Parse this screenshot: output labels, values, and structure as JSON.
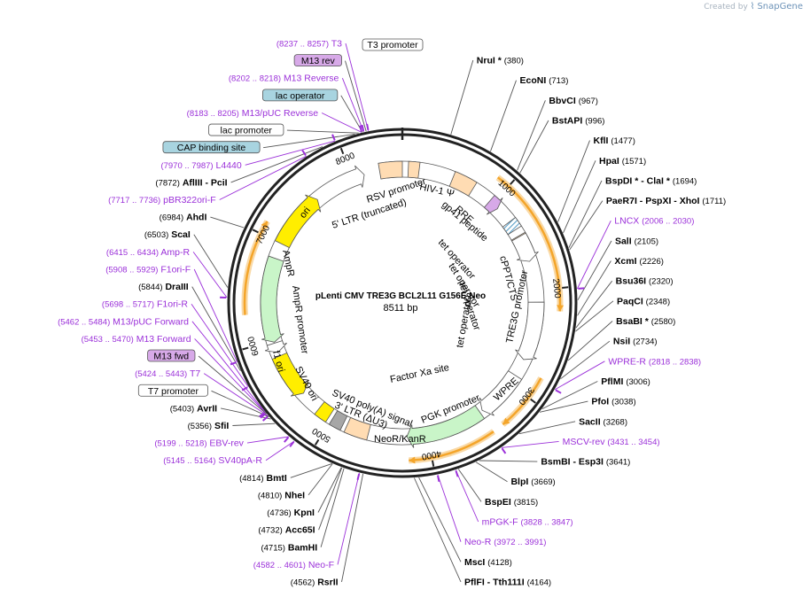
{
  "branding": {
    "created_by": "Created by",
    "app_name": "SnapGene"
  },
  "plasmid": {
    "name": "pLenti CMV TRE3G BCL2L11 G156E Neo",
    "length": "8511 bp",
    "total_bp": 8511
  },
  "colors": {
    "enzyme_line": "#555555",
    "primer_purple": "#9b30d9",
    "orange_arrow": "#f4a52a",
    "orange_glow": "#f9d9a6",
    "feature_yellow": "#ffee00",
    "feature_green": "#c9f5c8",
    "feature_peach": "#ffdcb3",
    "feature_grey": "#a6a6a6",
    "feature_blue_hatch": "#5aa0c8",
    "box_blue": "#a8d4e0",
    "box_purple": "#d7a9e8"
  },
  "ticks": [
    {
      "label": "1000",
      "pos": 1000
    },
    {
      "label": "2000",
      "pos": 2000
    },
    {
      "label": "3000",
      "pos": 3000
    },
    {
      "label": "4000",
      "pos": 4000
    },
    {
      "label": "5000",
      "pos": 5000
    },
    {
      "label": "6000",
      "pos": 6000
    },
    {
      "label": "7000",
      "pos": 7000
    },
    {
      "label": "8000",
      "pos": 8000
    }
  ],
  "right_labels": [
    {
      "name": "NruI *",
      "pos": "(380)",
      "p": 380,
      "type": "enzyme"
    },
    {
      "name": "EcoNI",
      "pos": "(713)",
      "p": 713,
      "type": "enzyme"
    },
    {
      "name": "BbvCI",
      "pos": "(967)",
      "p": 967,
      "type": "enzyme"
    },
    {
      "name": "BstAPI",
      "pos": "(996)",
      "p": 996,
      "type": "enzyme"
    },
    {
      "name": "KflI",
      "pos": "(1477)",
      "p": 1477,
      "type": "enzyme"
    },
    {
      "name": "HpaI",
      "pos": "(1571)",
      "p": 1571,
      "type": "enzyme"
    },
    {
      "name": "BspDI * - ClaI *",
      "pos": "(1694)",
      "p": 1694,
      "type": "enzyme"
    },
    {
      "name": "PaeR7I - PspXI - XhoI",
      "pos": "(1711)",
      "p": 1711,
      "type": "enzyme"
    },
    {
      "name": "LNCX",
      "pos": "(2006 .. 2030)",
      "p": 2018,
      "type": "primer"
    },
    {
      "name": "SalI",
      "pos": "(2105)",
      "p": 2105,
      "type": "enzyme"
    },
    {
      "name": "XcmI",
      "pos": "(2226)",
      "p": 2226,
      "type": "enzyme"
    },
    {
      "name": "Bsu36I",
      "pos": "(2320)",
      "p": 2320,
      "type": "enzyme"
    },
    {
      "name": "PaqCI",
      "pos": "(2348)",
      "p": 2348,
      "type": "enzyme"
    },
    {
      "name": "BsaBI *",
      "pos": "(2580)",
      "p": 2580,
      "type": "enzyme"
    },
    {
      "name": "NsiI",
      "pos": "(2734)",
      "p": 2734,
      "type": "enzyme"
    },
    {
      "name": "WPRE-R",
      "pos": "(2818 .. 2838)",
      "p": 2828,
      "type": "primer"
    },
    {
      "name": "PflMI",
      "pos": "(3006)",
      "p": 3006,
      "type": "enzyme"
    },
    {
      "name": "PfoI",
      "pos": "(3038)",
      "p": 3038,
      "type": "enzyme"
    },
    {
      "name": "SacII",
      "pos": "(3268)",
      "p": 3268,
      "type": "enzyme"
    },
    {
      "name": "MSCV-rev",
      "pos": "(3431 .. 3454)",
      "p": 3442,
      "type": "primer"
    },
    {
      "name": "BsmBI - Esp3I",
      "pos": "(3641)",
      "p": 3641,
      "type": "enzyme"
    },
    {
      "name": "BlpI",
      "pos": "(3669)",
      "p": 3669,
      "type": "enzyme"
    },
    {
      "name": "BspEI",
      "pos": "(3815)",
      "p": 3815,
      "type": "enzyme"
    },
    {
      "name": "mPGK-F",
      "pos": "(3828 .. 3847)",
      "p": 3837,
      "type": "primer"
    },
    {
      "name": "Neo-R",
      "pos": "(3972 .. 3991)",
      "p": 3981,
      "type": "primer"
    },
    {
      "name": "MscI",
      "pos": "(4128)",
      "p": 4128,
      "type": "enzyme"
    },
    {
      "name": "PflFI - Tth111I",
      "pos": "(4164)",
      "p": 4164,
      "type": "enzyme"
    }
  ],
  "left_labels": [
    {
      "name": "T3",
      "pos": "(8237 .. 8257)",
      "p": 8247,
      "type": "primer"
    },
    {
      "name": "M13 rev",
      "pos": "",
      "p": 8230,
      "type": "box_purple"
    },
    {
      "name": "M13 Reverse",
      "pos": "(8202 .. 8218)",
      "p": 8210,
      "type": "primer"
    },
    {
      "name": "lac operator",
      "pos": "",
      "p": 8200,
      "type": "box_blue"
    },
    {
      "name": "M13/pUC Reverse",
      "pos": "(8183 .. 8205)",
      "p": 8194,
      "type": "primer"
    },
    {
      "name": "lac promoter",
      "pos": "",
      "p": 8170,
      "type": "box_white"
    },
    {
      "name": "CAP binding site",
      "pos": "",
      "p": 8140,
      "type": "box_blue"
    },
    {
      "name": "L4440",
      "pos": "(7970 .. 7987)",
      "p": 7978,
      "type": "primer"
    },
    {
      "name": "AflIII - PciI",
      "pos": "(7872)",
      "p": 7872,
      "type": "enzyme"
    },
    {
      "name": "pBR322ori-F",
      "pos": "(7717 .. 7736)",
      "p": 7726,
      "type": "primer"
    },
    {
      "name": "AhdI",
      "pos": "(6984)",
      "p": 6984,
      "type": "enzyme"
    },
    {
      "name": "ScaI",
      "pos": "(6503)",
      "p": 6503,
      "type": "enzyme"
    },
    {
      "name": "Amp-R",
      "pos": "(6415 .. 6434)",
      "p": 6424,
      "type": "primer"
    },
    {
      "name": "F1ori-F",
      "pos": "(5908 .. 5929)",
      "p": 5918,
      "type": "primer"
    },
    {
      "name": "DraIII",
      "pos": "(5844)",
      "p": 5844,
      "type": "enzyme"
    },
    {
      "name": "F1ori-R",
      "pos": "(5698 .. 5717)",
      "p": 5707,
      "type": "primer"
    },
    {
      "name": "M13/pUC Forward",
      "pos": "(5462 .. 5484)",
      "p": 5473,
      "type": "primer"
    },
    {
      "name": "M13 Forward",
      "pos": "(5453 .. 5470)",
      "p": 5461,
      "type": "primer"
    },
    {
      "name": "M13 fwd",
      "pos": "",
      "p": 5455,
      "type": "box_purple"
    },
    {
      "name": "T7",
      "pos": "(5424 .. 5443)",
      "p": 5433,
      "type": "primer"
    },
    {
      "name": "T7 promoter",
      "pos": "",
      "p": 5425,
      "type": "box_white"
    },
    {
      "name": "AvrII",
      "pos": "(5403)",
      "p": 5403,
      "type": "enzyme"
    },
    {
      "name": "SfiI",
      "pos": "(5356)",
      "p": 5356,
      "type": "enzyme"
    },
    {
      "name": "EBV-rev",
      "pos": "(5199 .. 5218)",
      "p": 5208,
      "type": "primer"
    },
    {
      "name": "SV40pA-R",
      "pos": "(5145 .. 5164)",
      "p": 5154,
      "type": "primer"
    },
    {
      "name": "BmtI",
      "pos": "(4814)",
      "p": 4814,
      "type": "enzyme"
    },
    {
      "name": "NheI",
      "pos": "(4810)",
      "p": 4810,
      "type": "enzyme"
    },
    {
      "name": "KpnI",
      "pos": "(4736)",
      "p": 4736,
      "type": "enzyme"
    },
    {
      "name": "Acc65I",
      "pos": "(4732)",
      "p": 4732,
      "type": "enzyme"
    },
    {
      "name": "BamHI",
      "pos": "(4715)",
      "p": 4715,
      "type": "enzyme"
    },
    {
      "name": "Neo-F",
      "pos": "(4582 .. 4601)",
      "p": 4591,
      "type": "primer"
    },
    {
      "name": "RsrII",
      "pos": "(4562)",
      "p": 4562,
      "type": "enzyme"
    }
  ],
  "top_boxes": [
    {
      "name": "T3 promoter",
      "p": 8255
    }
  ],
  "features": [
    {
      "name": "RSV promoter",
      "start": 8350,
      "end": 8120,
      "kind": "white",
      "dir": "cw"
    },
    {
      "name": "5' LTR (truncated)",
      "start": 8280,
      "end": 8511,
      "kind": "peach",
      "dir": "none"
    },
    {
      "name": "HIV-1 Ψ",
      "start": 60,
      "end": 170,
      "kind": "peach",
      "dir": "none"
    },
    {
      "name": "RRE",
      "start": 520,
      "end": 750,
      "kind": "peach",
      "dir": "none"
    },
    {
      "name": "gp41 peptide",
      "start": 960,
      "end": 1070,
      "kind": "purple",
      "dir": "cw"
    },
    {
      "name": "cPPT/CTS",
      "start": 1250,
      "end": 1350,
      "kind": "hatch",
      "dir": "none"
    },
    {
      "name": "tet operator",
      "start": 1420,
      "end": 1500,
      "kind": "peach",
      "dir": "none"
    },
    {
      "name": "TRE3G promoter",
      "start": 1430,
      "end": 1700,
      "kind": "white",
      "dir": "cw"
    },
    {
      "name": "WPRE",
      "start": 2120,
      "end": 2720,
      "kind": "white",
      "dir": "cw"
    },
    {
      "name": "PGK promoter",
      "start": 2900,
      "end": 3390,
      "kind": "white",
      "dir": "cw"
    },
    {
      "name": "NeoR/KanR",
      "start": 3420,
      "end": 4210,
      "kind": "green",
      "dir": "cw"
    },
    {
      "name": "3' LTR (ΔU3)",
      "start": 4600,
      "end": 4830,
      "kind": "peach",
      "dir": "none"
    },
    {
      "name": "SV40 poly(A) signal",
      "start": 4870,
      "end": 4990,
      "kind": "grey",
      "dir": "none"
    },
    {
      "name": "SV40 ori",
      "start": 5030,
      "end": 5160,
      "kind": "yellow",
      "dir": "none"
    },
    {
      "name": "f1 ori",
      "start": 5380,
      "end": 5830,
      "kind": "yellow",
      "dir": "ccw"
    },
    {
      "name": "AmpR promoter",
      "start": 5870,
      "end": 5970,
      "kind": "white",
      "dir": "ccw"
    },
    {
      "name": "AmpR",
      "start": 5980,
      "end": 6840,
      "kind": "green",
      "dir": "ccw"
    },
    {
      "name": "ori",
      "start": 7000,
      "end": 7580,
      "kind": "yellow",
      "dir": "cw"
    }
  ],
  "inner_labels": [
    {
      "name": "RSV promoter"
    },
    {
      "name": "5' LTR (truncated)"
    },
    {
      "name": "HIV-1 Ψ"
    },
    {
      "name": "RRE"
    },
    {
      "name": "gp41 peptide"
    },
    {
      "name": "cPPT/CTS"
    },
    {
      "name": "TRE3G promoter"
    },
    {
      "name": "tet operator"
    },
    {
      "name": "tet operator"
    },
    {
      "name": "tet operator"
    },
    {
      "name": "tet operator"
    },
    {
      "name": "Factor Xa site"
    },
    {
      "name": "WPRE"
    },
    {
      "name": "PGK promoter"
    },
    {
      "name": "NeoR/KanR"
    },
    {
      "name": "SV40 poly(A) signal"
    },
    {
      "name": "3' LTR (ΔU3)"
    },
    {
      "name": "SV40 ori"
    },
    {
      "name": "f1 ori"
    },
    {
      "name": "AmpR promoter"
    },
    {
      "name": "AmpR"
    },
    {
      "name": "ori"
    }
  ],
  "orange_arcs": [
    {
      "start": 880,
      "end": 2200
    },
    {
      "start": 2800,
      "end": 3320
    },
    {
      "start": 3420,
      "end": 4200
    },
    {
      "start": 6280,
      "end": 7120
    }
  ]
}
